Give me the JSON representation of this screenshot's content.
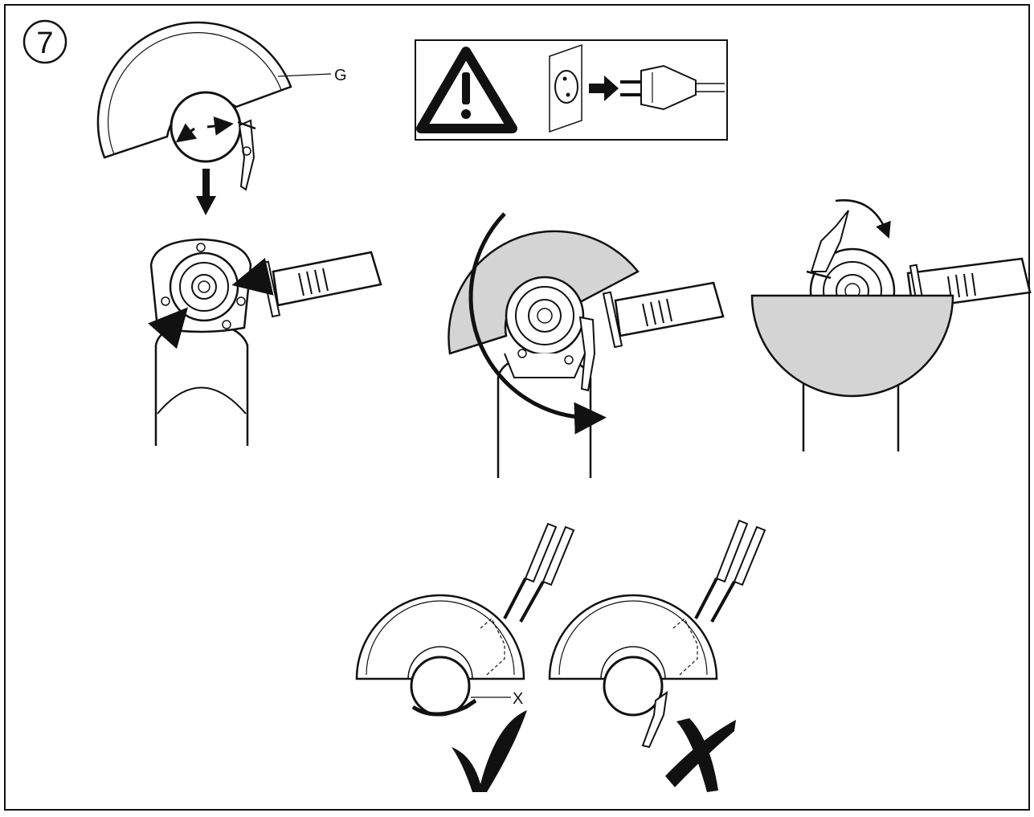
{
  "step": {
    "number": "7"
  },
  "labels": {
    "guard": "G",
    "clamp_screw": "X"
  },
  "warning_box": {
    "icons": [
      "warning-triangle-icon",
      "wall-socket-icon",
      "arrow-right-icon",
      "plug-icon"
    ]
  },
  "verdicts": {
    "correct": "check-mark-icon",
    "incorrect": "cross-mark-icon"
  },
  "colors": {
    "ink": "#111111",
    "guard_fill": "#d4d4d4",
    "background": "#ffffff"
  }
}
